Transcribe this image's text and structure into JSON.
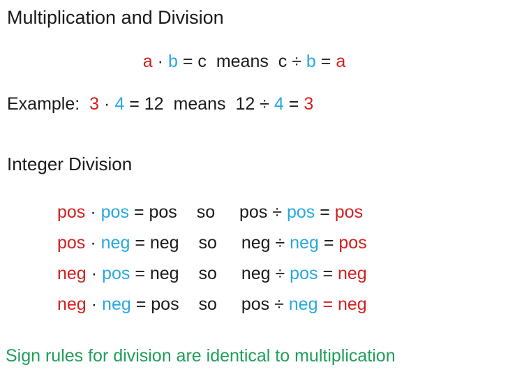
{
  "slide": {
    "title": "Multiplication and Division",
    "section_heading": "Integer Division",
    "closing_statement": "Sign rules for division are identical to multiplication"
  },
  "colors": {
    "red": "#d22020",
    "blue": "#29a8df",
    "green": "#1f9e5a",
    "black": "#1a1a1a",
    "background": "#ffffff"
  },
  "formula": {
    "a": "a",
    "dot": "·",
    "b": "b",
    "equals": "=",
    "c": "c",
    "means": "means",
    "c2": "c",
    "divide": "÷",
    "b2": "b",
    "equals2": "=",
    "a2": "a"
  },
  "example": {
    "label": "Example:",
    "factor1": "3",
    "dot": "·",
    "factor2": "4",
    "equals": "=",
    "product": "12",
    "means": "means",
    "dividend": "12",
    "divide": "÷",
    "divisor": "4",
    "equals2": "=",
    "quotient": "3"
  },
  "rules": {
    "connector": "so",
    "mul_symbol": "·",
    "div_symbol": "÷",
    "equals": "=",
    "rows": [
      {
        "mul": {
          "left": "pos",
          "right": "pos",
          "result": "pos"
        },
        "div": {
          "left": "pos",
          "right": "pos",
          "result": "pos"
        },
        "equals_color": "black"
      },
      {
        "mul": {
          "left": "pos",
          "right": "neg",
          "result": "neg"
        },
        "div": {
          "left": "neg",
          "right": "neg",
          "result": "pos"
        },
        "equals_color": "black"
      },
      {
        "mul": {
          "left": "neg",
          "right": "pos",
          "result": "neg"
        },
        "div": {
          "left": "neg",
          "right": "pos",
          "result": "neg"
        },
        "equals_color": "black"
      },
      {
        "mul": {
          "left": "neg",
          "right": "neg",
          "result": "pos"
        },
        "div": {
          "left": "pos",
          "right": "neg",
          "result": "neg"
        },
        "equals_color": "red"
      }
    ]
  }
}
